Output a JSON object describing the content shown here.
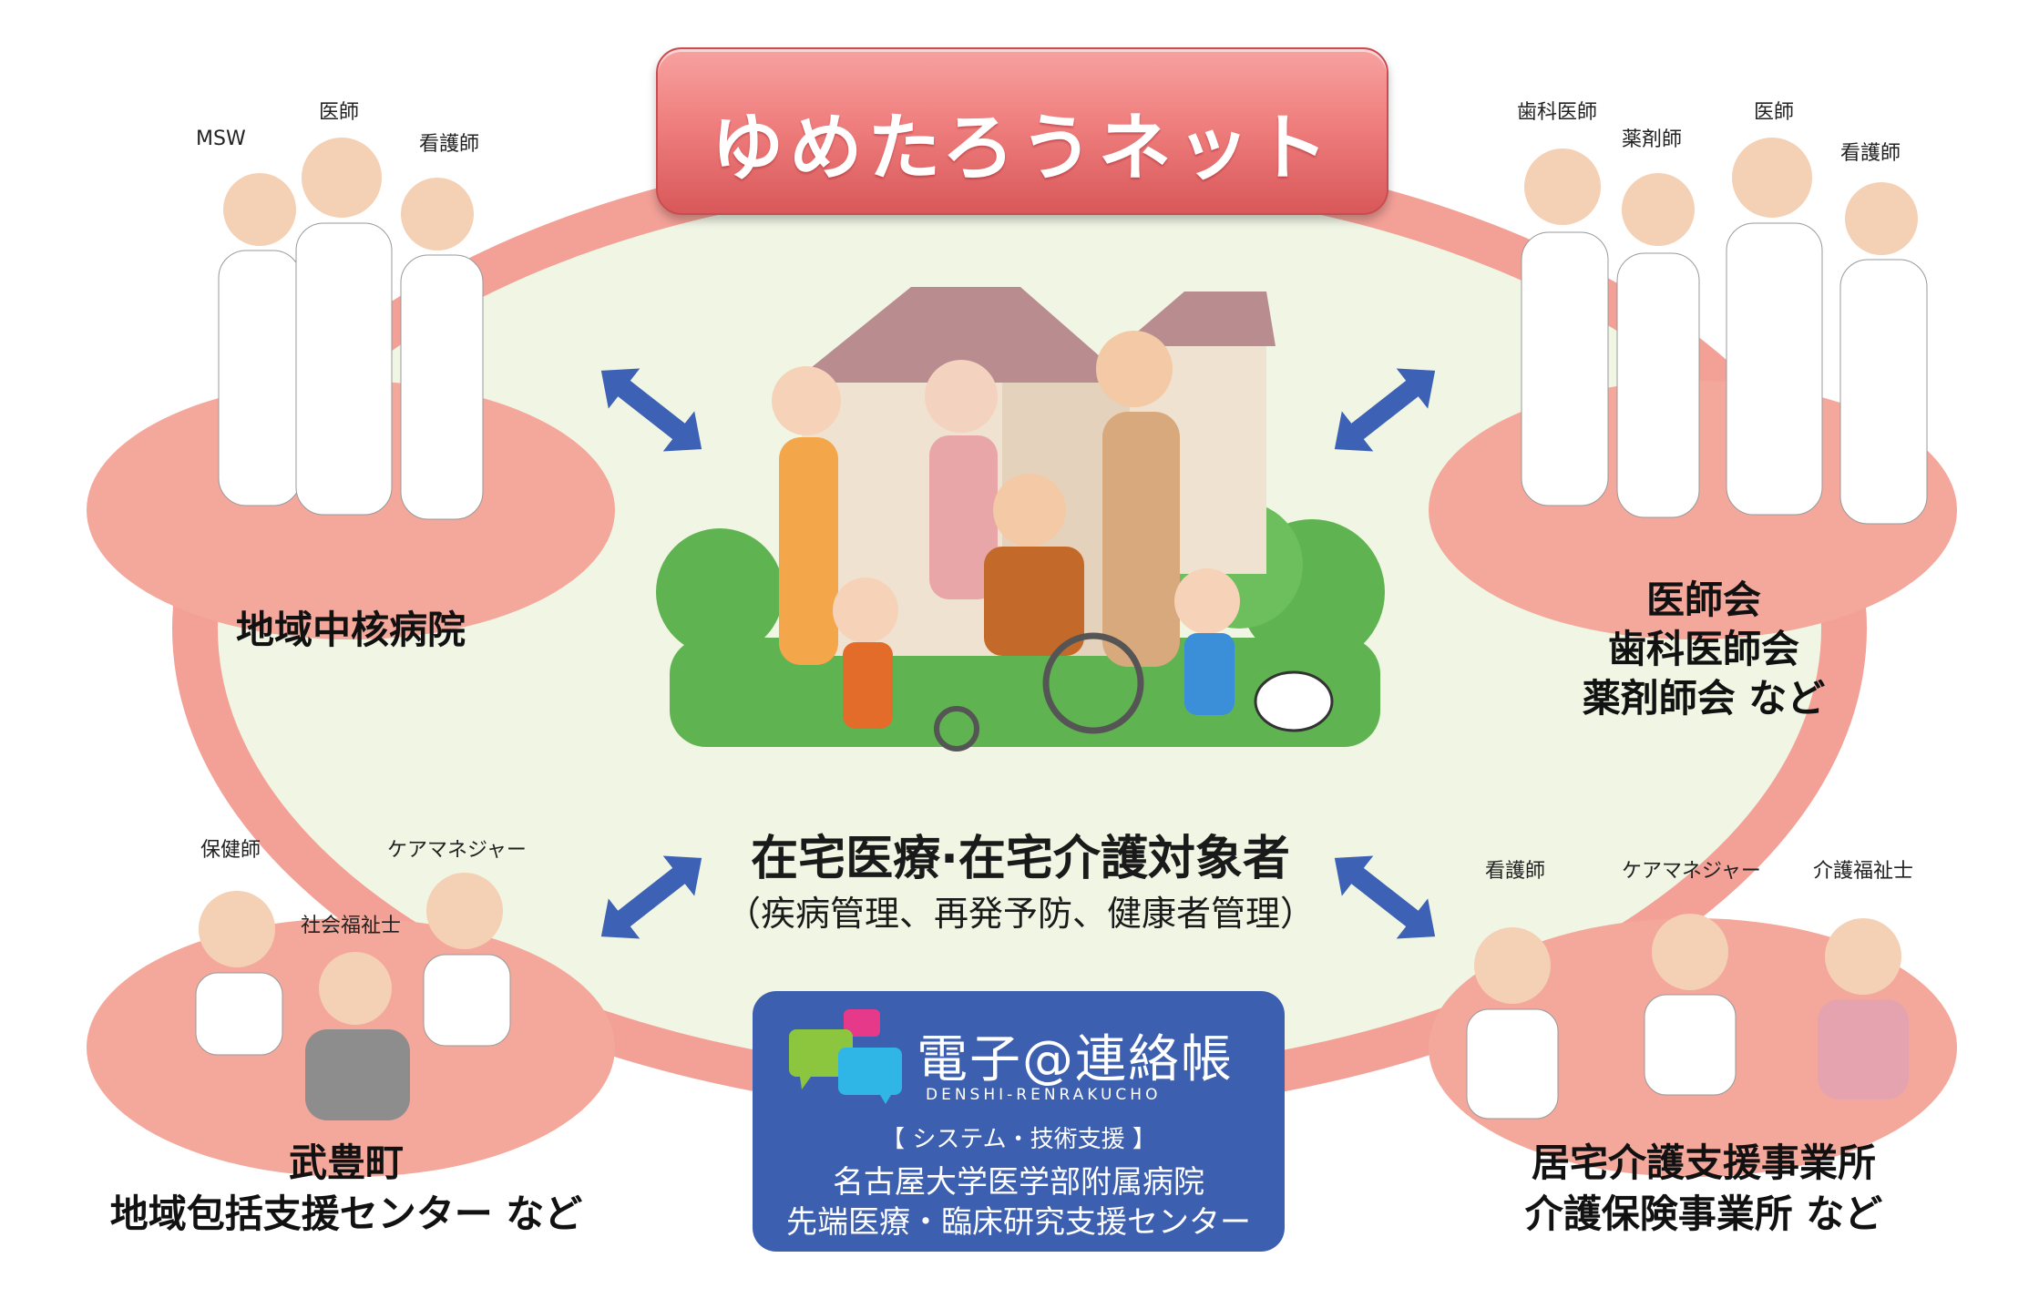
{
  "title": "ゆめたろうネット",
  "colors": {
    "ring": "#f3a097",
    "inner": "#f1f6e4",
    "blob": "#f4a79b",
    "arrow": "#3d62b5",
    "banner": "#ef7f7e",
    "system_box": "#3d5fb0"
  },
  "groups": {
    "top_left": {
      "label": "地域中核病院",
      "roles": [
        "MSW",
        "医師",
        "看護師"
      ]
    },
    "top_right": {
      "label_lines": [
        "医師会",
        "歯科医師会",
        "薬剤師会 など"
      ],
      "roles": [
        "歯科医師",
        "薬剤師",
        "医師",
        "看護師"
      ]
    },
    "bottom_left": {
      "label_lines": [
        "武豊町",
        "地域包括支援センター など"
      ],
      "roles": [
        "保健師",
        "社会福祉士",
        "ケアマネジャー"
      ]
    },
    "bottom_right": {
      "label_lines": [
        "居宅介護支援事業所",
        "介護保険事業所 など"
      ],
      "roles": [
        "看護師",
        "ケアマネジャー",
        "介護福祉士"
      ]
    }
  },
  "center": {
    "title": "在宅医療·在宅介護対象者",
    "subtitle": "（疾病管理、再発予防、健康者管理）"
  },
  "system": {
    "logo_main": "電子@連絡帳",
    "logo_roman": "DENSHI-RENRAKUCHO",
    "support_label": "【 システム・技術支援 】",
    "org_line1": "名古屋大学医学部附属病院",
    "org_line2": "先端医療・臨床研究支援センター"
  }
}
